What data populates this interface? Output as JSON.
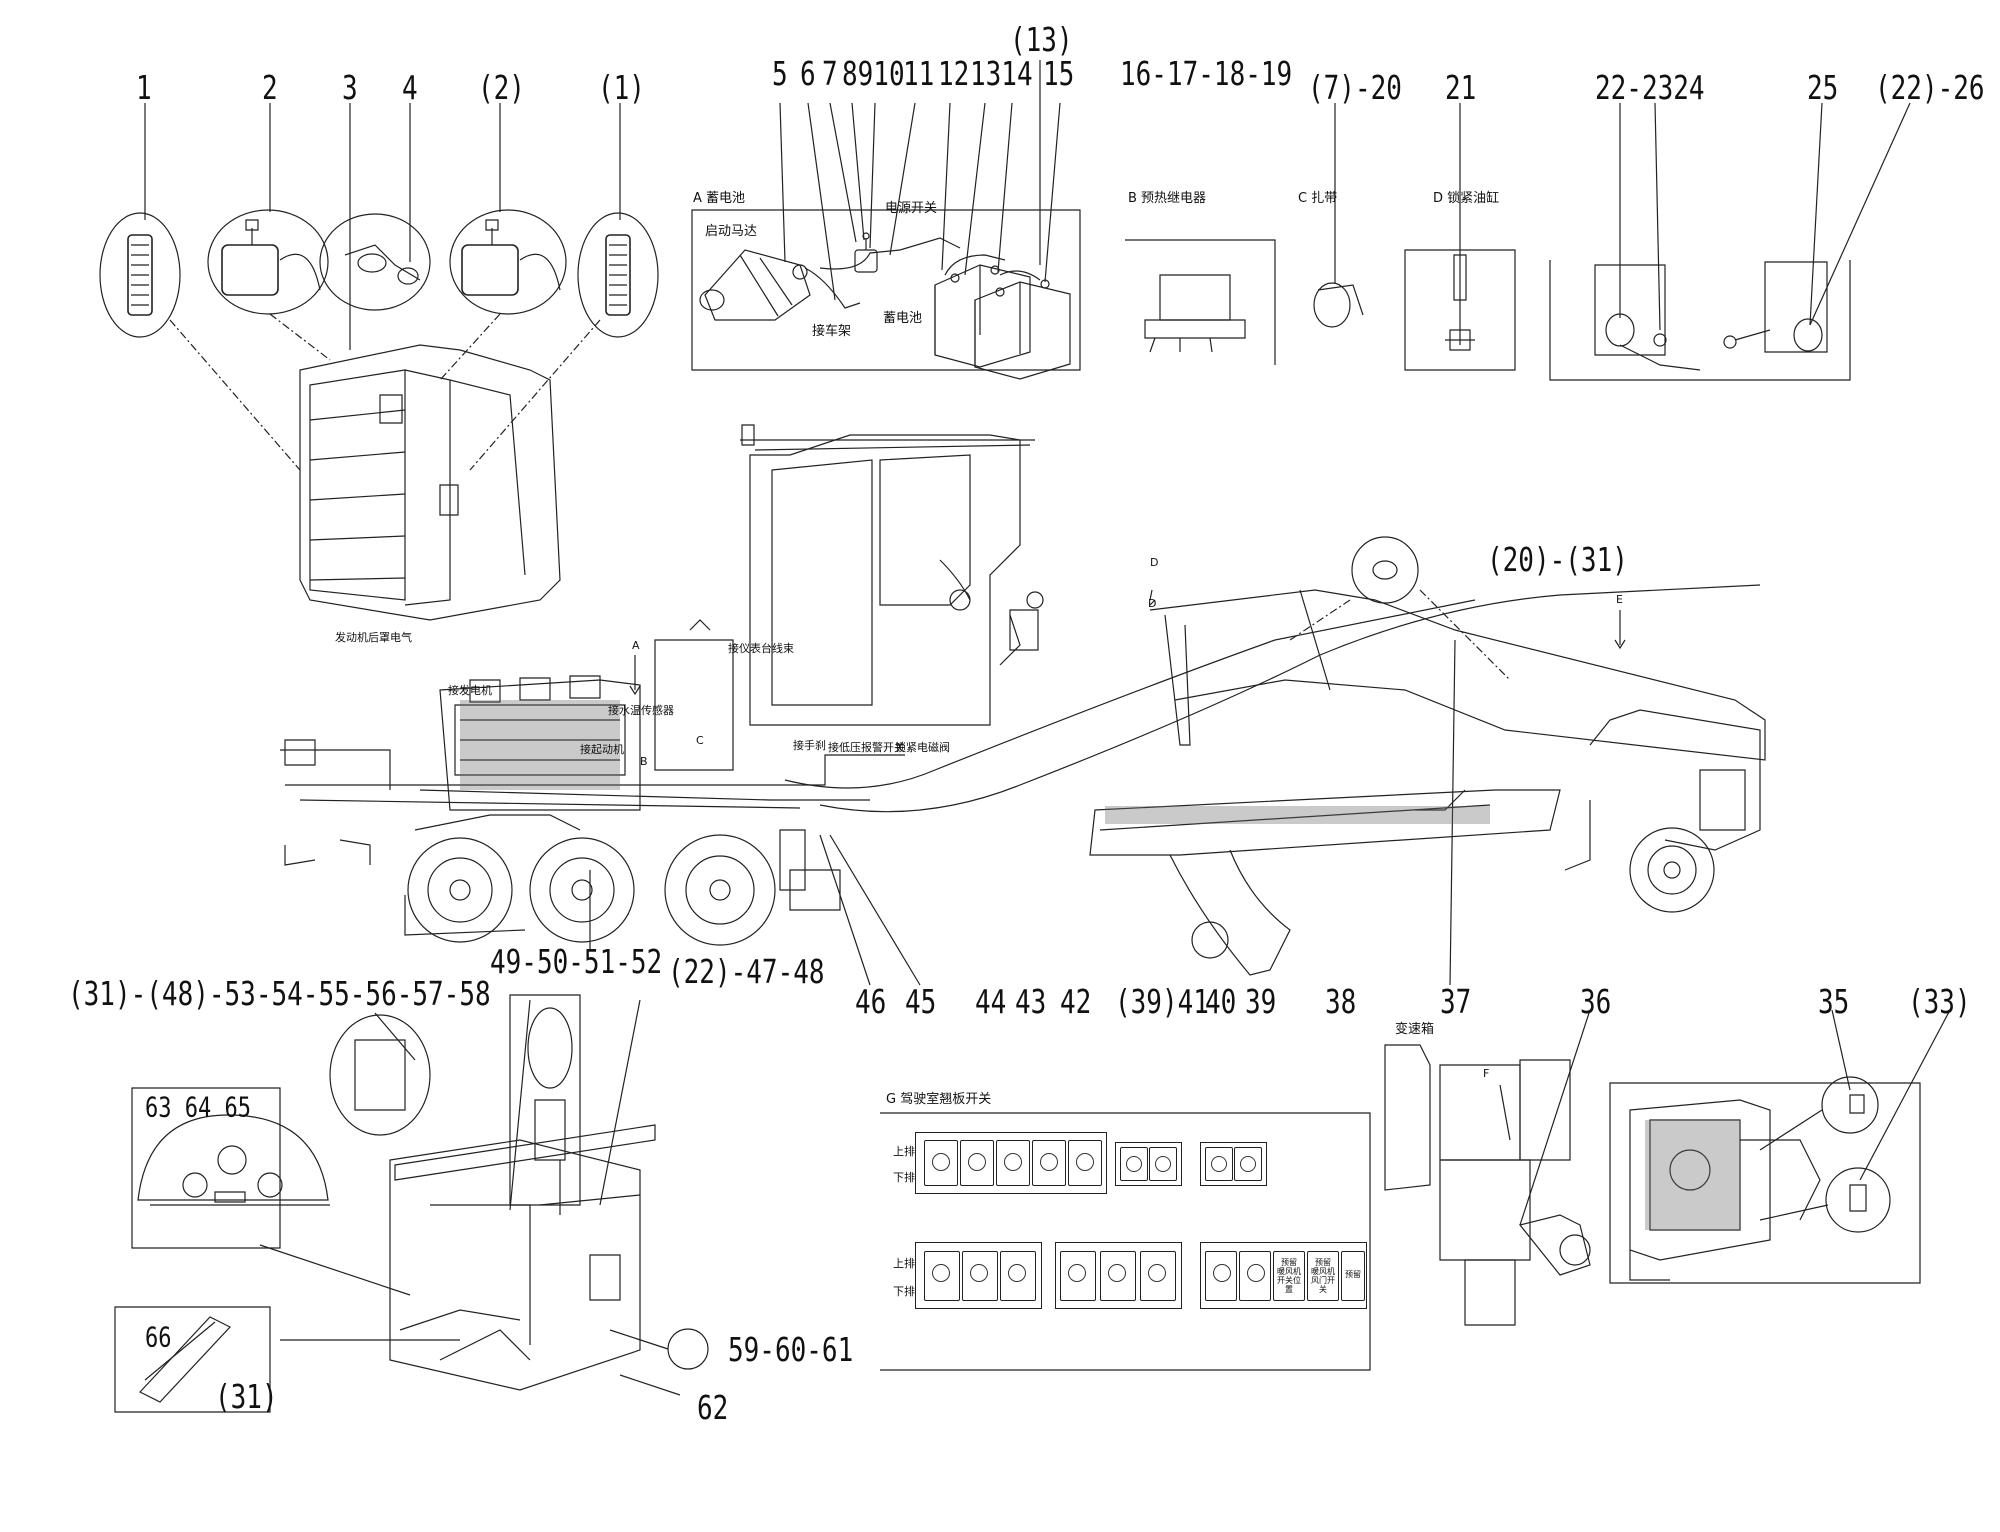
{
  "callouts": [
    {
      "id": "c1",
      "text": "1"
    },
    {
      "id": "c2",
      "text": "2"
    },
    {
      "id": "c3",
      "text": "3"
    },
    {
      "id": "c4",
      "text": "4"
    },
    {
      "id": "c2b",
      "text": "(2)"
    },
    {
      "id": "c1b",
      "text": "(1)"
    },
    {
      "id": "c5",
      "text": "5"
    },
    {
      "id": "c6",
      "text": "6"
    },
    {
      "id": "c7",
      "text": "7"
    },
    {
      "id": "c8910",
      "text": "8910"
    },
    {
      "id": "c11",
      "text": "11"
    },
    {
      "id": "c12",
      "text": "12"
    },
    {
      "id": "c1314",
      "text": "1314"
    },
    {
      "id": "c13b",
      "text": "(13)"
    },
    {
      "id": "c15",
      "text": "15"
    },
    {
      "id": "c16",
      "text": "16-17-18-19"
    },
    {
      "id": "c7_20",
      "text": "(7)-20"
    },
    {
      "id": "c21",
      "text": "21"
    },
    {
      "id": "c2224",
      "text": "22-2324"
    },
    {
      "id": "c25",
      "text": "25"
    },
    {
      "id": "c22_26",
      "text": "(22)-26"
    },
    {
      "id": "c20_31",
      "text": "(20)-(31)"
    },
    {
      "id": "c49",
      "text": "49-50-51-52"
    },
    {
      "id": "c31_48",
      "text": "(31)-(48)-53-54-55-56-57-58"
    },
    {
      "id": "c22_47",
      "text": "(22)-47-48"
    },
    {
      "id": "c46",
      "text": "46"
    },
    {
      "id": "c45",
      "text": "45"
    },
    {
      "id": "c44",
      "text": "44"
    },
    {
      "id": "c43",
      "text": "43"
    },
    {
      "id": "c42",
      "text": "42"
    },
    {
      "id": "c39_41",
      "text": "(39)41"
    },
    {
      "id": "c40",
      "text": "40"
    },
    {
      "id": "c39",
      "text": "39"
    },
    {
      "id": "c38",
      "text": "38"
    },
    {
      "id": "c37",
      "text": "37"
    },
    {
      "id": "c36",
      "text": "36"
    },
    {
      "id": "c35",
      "text": "35"
    },
    {
      "id": "c33b",
      "text": "(33)"
    },
    {
      "id": "c636465",
      "text": "63 64 65"
    },
    {
      "id": "c66",
      "text": "66"
    },
    {
      "id": "c31b",
      "text": "(31)"
    },
    {
      "id": "c59",
      "text": "59-60-61"
    },
    {
      "id": "c62",
      "text": "62"
    }
  ],
  "captions": {
    "battery_group": "A 蓄电池",
    "starter_motor": "启动马达",
    "power_switch": "电源开关",
    "frame_ground": "接车架",
    "battery": "蓄电池",
    "preheat_relay": "B 预热继电器",
    "cable_tie": "C 扎带",
    "lock_cylinder": "D 锁紧油缸",
    "engine_hood_electrics": "发动机后罩电气",
    "to_instrument_harness": "接仪表台线束",
    "to_generator": "接发电机",
    "to_water_temp_sensor": "接水温传感器",
    "to_starter_motor": "接起动机",
    "to_handbrake": "接手刹",
    "to_low_pressure_alarm": "接低压报警开关",
    "lock_solenoid_valve": "锁紧电磁阀",
    "gearbox": "变速箱",
    "cab_switches": "G 驾驶室翘板开关",
    "upper_row": "上排",
    "lower_row": "下排",
    "label_A": "A",
    "label_B": "B",
    "label_C": "C",
    "label_D": "D",
    "label_D2": "D",
    "label_E": "E",
    "label_F": "F",
    "sw_text_1": "预留\n暖风机\n开关位置",
    "sw_text_2": "预留\n暖风机\n风门开关",
    "sw_text_3": "预留"
  },
  "switch_icons": {
    "hazard": "hazard-triangle-icon",
    "wiper": "wiper-icon",
    "light": "headlight-icon",
    "arrow_left": "arrow-left-icon",
    "arrow_right": "arrow-right-icon",
    "fan": "fan-icon"
  }
}
